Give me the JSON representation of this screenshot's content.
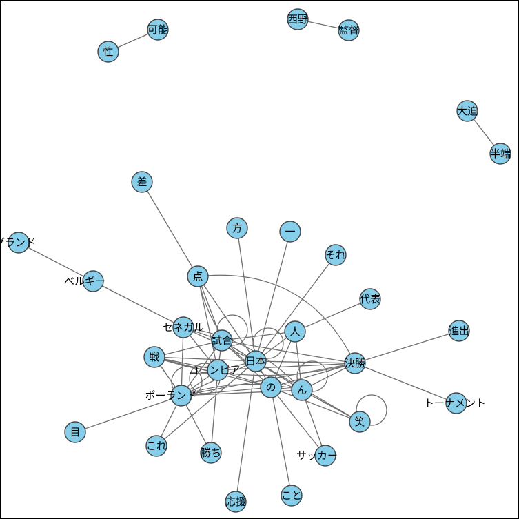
{
  "graph": {
    "colors": {
      "node_fill": "#87ceeb",
      "node_stroke": "#444444",
      "edge": "#6e6e6e",
      "label": "#000000"
    },
    "nodes": [
      {
        "id": "seikaku",
        "label": "性"
      },
      {
        "id": "kanou",
        "label": "可能"
      },
      {
        "id": "nishino",
        "label": "西野"
      },
      {
        "id": "kantoku",
        "label": "監督"
      },
      {
        "id": "osako",
        "label": "大迫"
      },
      {
        "id": "hanpa",
        "label": "半端"
      },
      {
        "id": "sa",
        "label": "差"
      },
      {
        "id": "england",
        "label": "イングランド"
      },
      {
        "id": "belgium",
        "label": "ベルギー"
      },
      {
        "id": "kata",
        "label": "方"
      },
      {
        "id": "ichi",
        "label": "一"
      },
      {
        "id": "sore",
        "label": "それ"
      },
      {
        "id": "ten",
        "label": "点"
      },
      {
        "id": "daihyo",
        "label": "代表"
      },
      {
        "id": "hito",
        "label": "人"
      },
      {
        "id": "shinshutsu",
        "label": "進出"
      },
      {
        "id": "senegal",
        "label": "セネガル"
      },
      {
        "id": "shiai",
        "label": "試合"
      },
      {
        "id": "ikusa",
        "label": "戦"
      },
      {
        "id": "nihon",
        "label": "日本"
      },
      {
        "id": "kesshou",
        "label": "決勝"
      },
      {
        "id": "colombia",
        "label": "コロンビア"
      },
      {
        "id": "no",
        "label": "の"
      },
      {
        "id": "n",
        "label": "ん"
      },
      {
        "id": "poland",
        "label": "ポーランド"
      },
      {
        "id": "tournament",
        "label": "トーナメント"
      },
      {
        "id": "warai",
        "label": "笑"
      },
      {
        "id": "me",
        "label": "目"
      },
      {
        "id": "kore",
        "label": "これ"
      },
      {
        "id": "kachi",
        "label": "勝ち"
      },
      {
        "id": "soccer",
        "label": "サッカー"
      },
      {
        "id": "ouen",
        "label": "応援"
      },
      {
        "id": "koto",
        "label": "こと"
      }
    ]
  }
}
